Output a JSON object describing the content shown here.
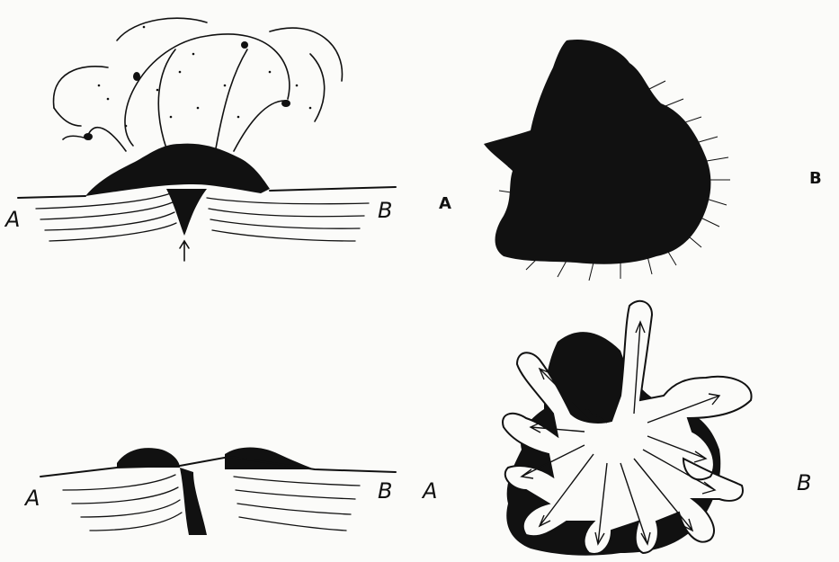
{
  "colors": {
    "ink": "#111111",
    "paper": "#fbfbf9"
  },
  "figures": {
    "eruption_section": {
      "label_left": "A",
      "label_right": "B"
    },
    "plan_dark": {
      "label_left": "A",
      "label_right": "B"
    },
    "crater_section": {
      "label_left": "A",
      "label_right": "B"
    },
    "plan_radial": {
      "label_left": "A",
      "label_right": "B"
    }
  }
}
